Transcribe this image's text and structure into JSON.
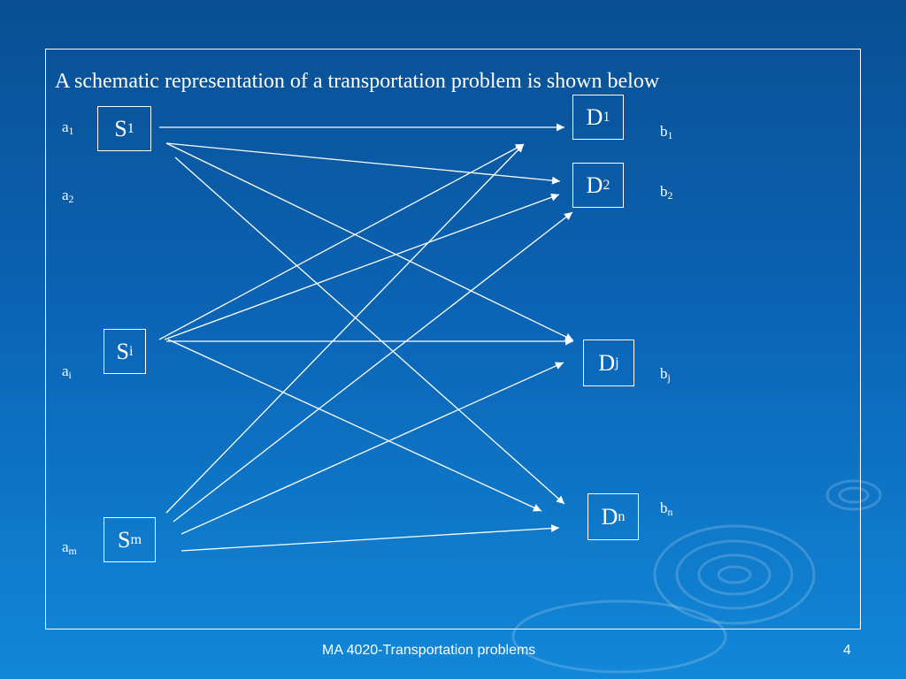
{
  "slide": {
    "title": "A schematic representation of a transportation problem is shown below",
    "footer_text": "MA 4020-Transportation problems",
    "page_number": "4"
  },
  "sources": [
    {
      "id": "s1",
      "label": "S",
      "sub": "1",
      "supply_label": "a",
      "supply_sub": "1"
    },
    {
      "id": "s2",
      "label": "",
      "sub": "",
      "supply_label": "a",
      "supply_sub": "2"
    },
    {
      "id": "si",
      "label": "S",
      "sub": "i",
      "supply_label": "a",
      "supply_sub": "i"
    },
    {
      "id": "sm",
      "label": "S",
      "sub": "m",
      "supply_label": "a",
      "supply_sub": "m"
    }
  ],
  "destinations": [
    {
      "id": "d1",
      "label": "D",
      "sub": "1",
      "demand_label": "b",
      "demand_sub": "1"
    },
    {
      "id": "d2",
      "label": "D",
      "sub": "2",
      "demand_label": "b",
      "demand_sub": "2"
    },
    {
      "id": "dj",
      "label": "D",
      "sub": "j",
      "demand_label": "b",
      "demand_sub": "j"
    },
    {
      "id": "dn",
      "label": "D",
      "sub": "n",
      "demand_label": "b",
      "demand_sub": "n"
    }
  ],
  "edges": [
    [
      "s1",
      "d1"
    ],
    [
      "s1",
      "d2"
    ],
    [
      "s1",
      "dj"
    ],
    [
      "s1",
      "dn"
    ],
    [
      "si",
      "d1"
    ],
    [
      "si",
      "d2"
    ],
    [
      "si",
      "dj"
    ],
    [
      "si",
      "dn"
    ],
    [
      "sm",
      "d1"
    ],
    [
      "sm",
      "d2"
    ],
    [
      "sm",
      "dj"
    ],
    [
      "sm",
      "dn"
    ]
  ],
  "colors": {
    "line": "#ffffff",
    "background_top": "#0a4f93",
    "background_bottom": "#1287d8"
  }
}
